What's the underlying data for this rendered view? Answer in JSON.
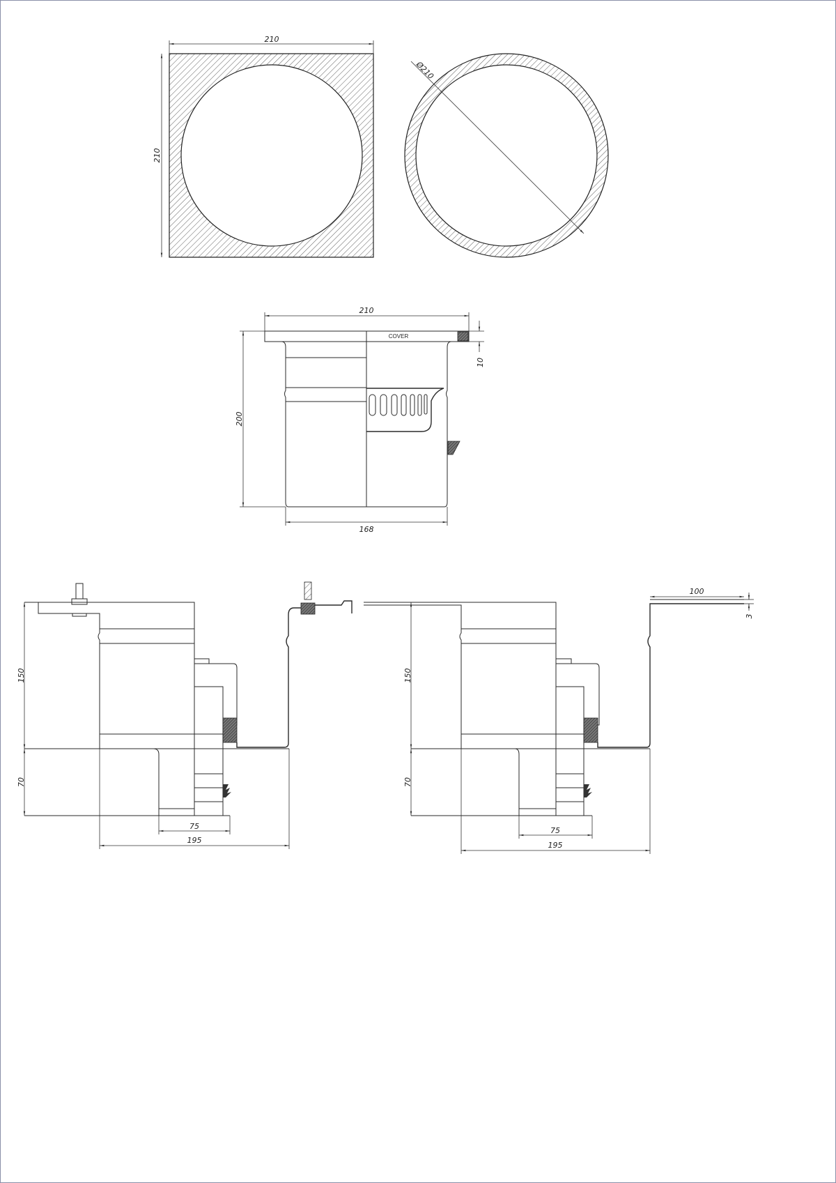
{
  "drawing": {
    "top_views": {
      "square_width": "210",
      "square_height": "210",
      "round_diameter": "Ø210"
    },
    "section_view": {
      "cover_width": "210",
      "cover_label": "COVER",
      "cover_thickness": "10",
      "height": "200",
      "body_diameter": "168"
    },
    "side_view_left": {
      "upper_height": "150",
      "lower_height": "70",
      "outlet_width": "75",
      "overall_width": "195"
    },
    "side_view_right": {
      "upper_height": "150",
      "lower_height": "70",
      "outlet_width": "75",
      "overall_width": "195",
      "flange_width": "100",
      "flange_thickness": "3"
    }
  }
}
